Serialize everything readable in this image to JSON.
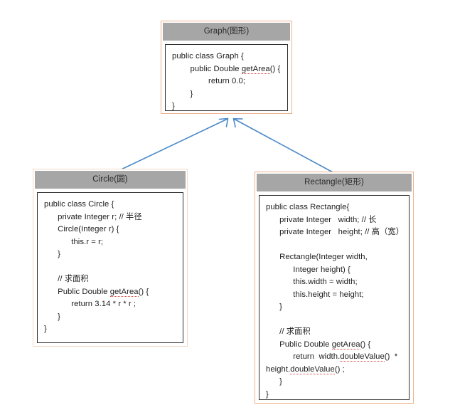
{
  "diagram": {
    "kind": "uml-class-diagram",
    "background": "#ffffff",
    "colors": {
      "box_border": "#edb28e",
      "circle_box_border": "#f0d9c4",
      "header_fill": "#a6a6a6",
      "body_border": "#2f2f2f",
      "code_text": "#1d1d1d",
      "arrow": "#4a89c8",
      "squiggle": "#d24a43"
    }
  },
  "classes": {
    "graph": {
      "title": "Graph(图形)",
      "code": [
        "public class Graph {",
        "        public Double getArea() {",
        "                return 0.0;",
        "        }",
        "}"
      ],
      "code_plain": [
        "public class Graph {",
        "public Double getArea() {",
        "return 0.0;",
        "}",
        "}"
      ]
    },
    "circle": {
      "title": "Circle(圆)",
      "code": [
        "public class Circle {",
        "      private Integer r; // 半径",
        "      Circle(Integer r) {",
        "            this.r = r;",
        "      }",
        "",
        "      // 求面积",
        "      Public Double getArea() {",
        "            return 3.14 * r * r ;",
        "      }",
        "}"
      ]
    },
    "rectangle": {
      "title": "Rectangle(矩形)",
      "code": [
        "public class Rectangle{",
        "      private Integer   width; // 长",
        "      private Integer   height; // 高（宽）",
        "",
        "      Rectangle(Integer width,",
        "            Integer height) {",
        "            this.width = width;",
        "            this.height = height;",
        "      }",
        "",
        "      // 求面积",
        "      Public Double getArea() {",
        "            return  width.doubleValue()  *",
        "height.doubleValue() ;",
        "      }",
        "}"
      ]
    }
  },
  "relations": [
    {
      "name": "circle-inherits-graph",
      "from": "Circle(圆)",
      "to": "Graph(图形)",
      "type": "generalization",
      "arrow_color": "#4a89c8"
    },
    {
      "name": "rectangle-inherits-graph",
      "from": "Rectangle(矩形)",
      "to": "Graph(图形)",
      "type": "generalization",
      "arrow_color": "#4a89c8"
    }
  ]
}
